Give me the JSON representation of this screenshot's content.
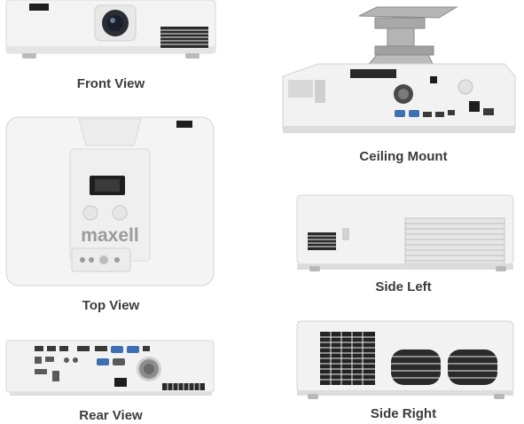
{
  "views": {
    "front": {
      "label": "Front View"
    },
    "top": {
      "label": "Top View",
      "brand": "maxell"
    },
    "rear": {
      "label": "Rear View"
    },
    "ceiling": {
      "label": "Ceiling Mount"
    },
    "side_left": {
      "label": "Side Left"
    },
    "side_right": {
      "label": "Side Right"
    }
  },
  "colors": {
    "body": "#f1f1f1",
    "body_shadow": "#d4d4d4",
    "vent": "#1e1e1e",
    "label": "#3b3b3b",
    "lens": "#1a1f2b",
    "port_blue": "#3d6fb3"
  }
}
